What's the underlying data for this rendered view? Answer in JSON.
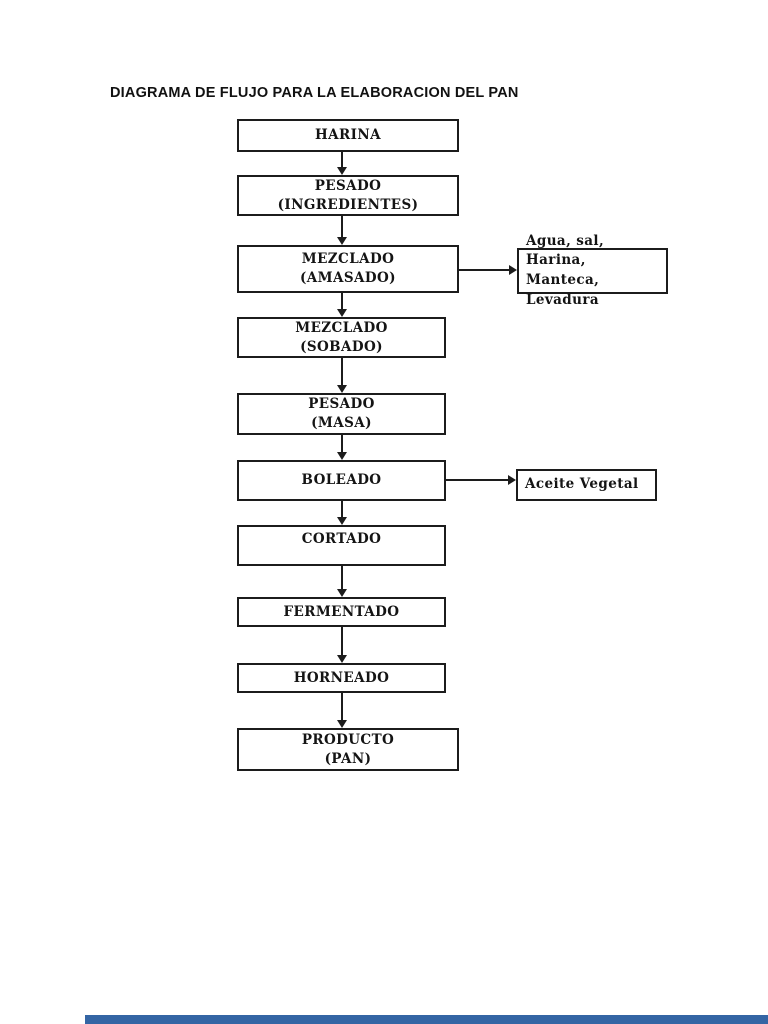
{
  "document": {
    "title": "DIAGRAMA DE FLUJO PARA LA ELABORACION DEL PAN"
  },
  "flowchart": {
    "steps": [
      {
        "label": "HARINA"
      },
      {
        "label": "PESADO\n(INGREDIENTES)"
      },
      {
        "label": "MEZCLADO\n(AMASADO)"
      },
      {
        "label": "MEZCLADO\n(SOBADO)"
      },
      {
        "label": "PESADO\n(MASA)"
      },
      {
        "label": "BOLEADO"
      },
      {
        "label": "CORTADO"
      },
      {
        "label": "FERMENTADO"
      },
      {
        "label": "HORNEADO"
      },
      {
        "label": "PRODUCTO\n(PAN)"
      }
    ],
    "side_notes": [
      {
        "label": "Agua, sal, Harina,\nManteca, Levadura",
        "connects_from": "MEZCLADO (AMASADO)"
      },
      {
        "label": "Aceite Vegetal",
        "connects_from": "BOLEADO"
      }
    ]
  },
  "colors": {
    "line": "#1c1c1c",
    "box_border": "#1c1c1c",
    "background": "#ffffff",
    "footer_bar": "#3465a4"
  }
}
